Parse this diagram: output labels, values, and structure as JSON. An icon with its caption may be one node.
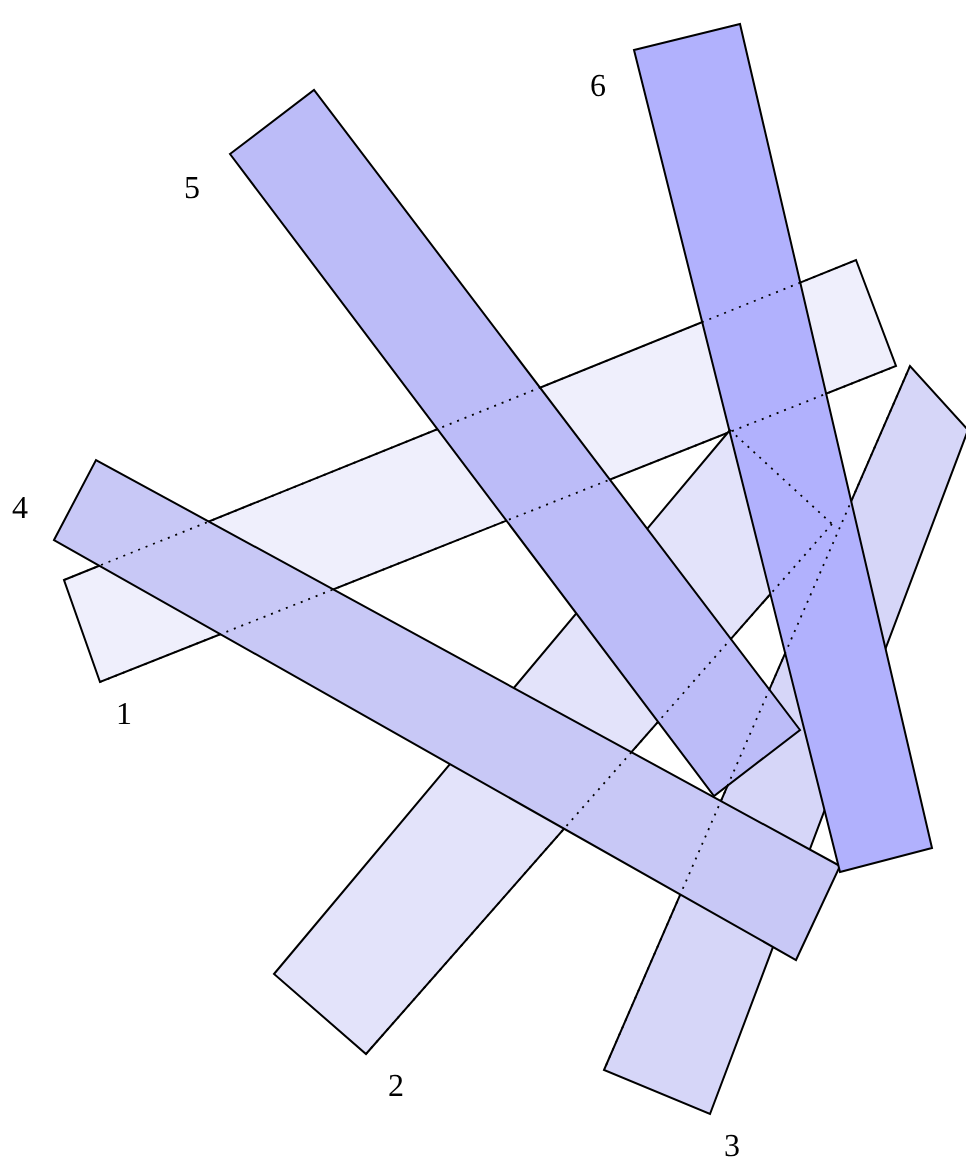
{
  "diagram": {
    "labels": [
      "6",
      "5",
      "4",
      "1",
      "2",
      "3"
    ]
  }
}
